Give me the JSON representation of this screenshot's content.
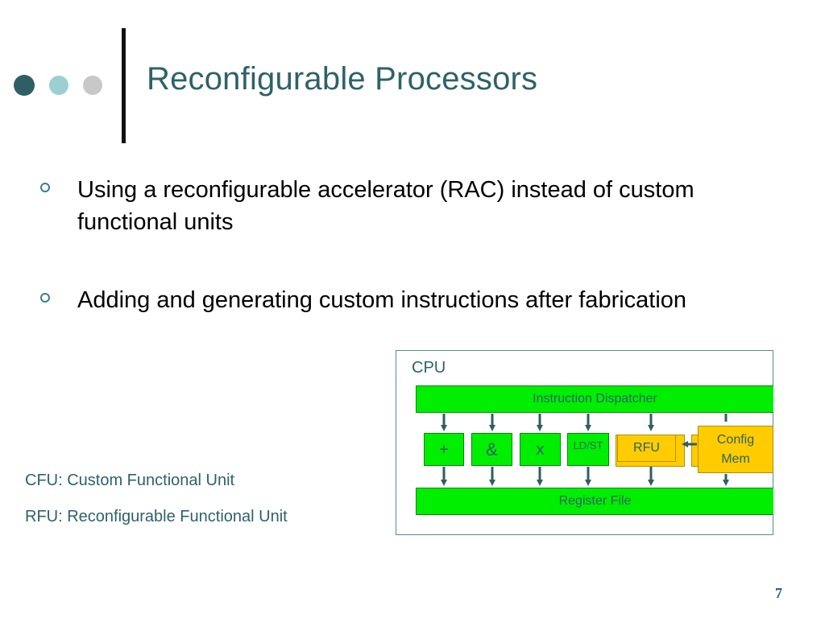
{
  "slide": {
    "title": "Reconfigurable Processors",
    "bullets": [
      "Using a reconfigurable accelerator (RAC) instead of custom functional units",
      "Adding and generating custom instructions after fabrication"
    ],
    "notes": [
      "CFU: Custom Functional Unit",
      "RFU: Reconfigurable Functional Unit"
    ],
    "page_number": "7"
  },
  "diagram": {
    "container_label": "CPU",
    "dispatcher_label": "Instruction Dispatcher",
    "register_file_label": "Register File",
    "units": [
      "+",
      "&",
      "x",
      "LD/ST"
    ],
    "rfu_label": "RFU",
    "config_mem_label": "Config Mem"
  },
  "colors": {
    "title": "#2e6269",
    "unit_green": "#00ee00",
    "rfu_yellow": "#ffcc00",
    "arrow": "#2f5f63"
  }
}
